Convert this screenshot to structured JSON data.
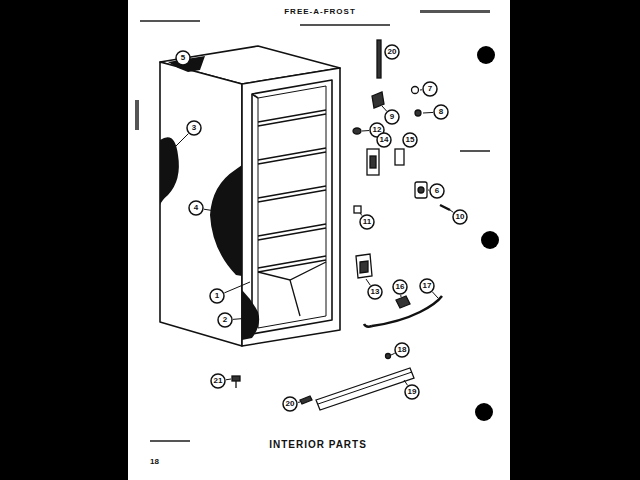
{
  "diagram": {
    "title": "FREE-A-FROST",
    "caption": "INTERIOR PARTS",
    "labels": [
      "5",
      "3",
      "4",
      "1",
      "2",
      "20",
      "7",
      "9",
      "8",
      "12",
      "14",
      "15",
      "6",
      "11",
      "10",
      "13",
      "16",
      "17",
      "18",
      "19",
      "21",
      "20",
      "18"
    ]
  }
}
